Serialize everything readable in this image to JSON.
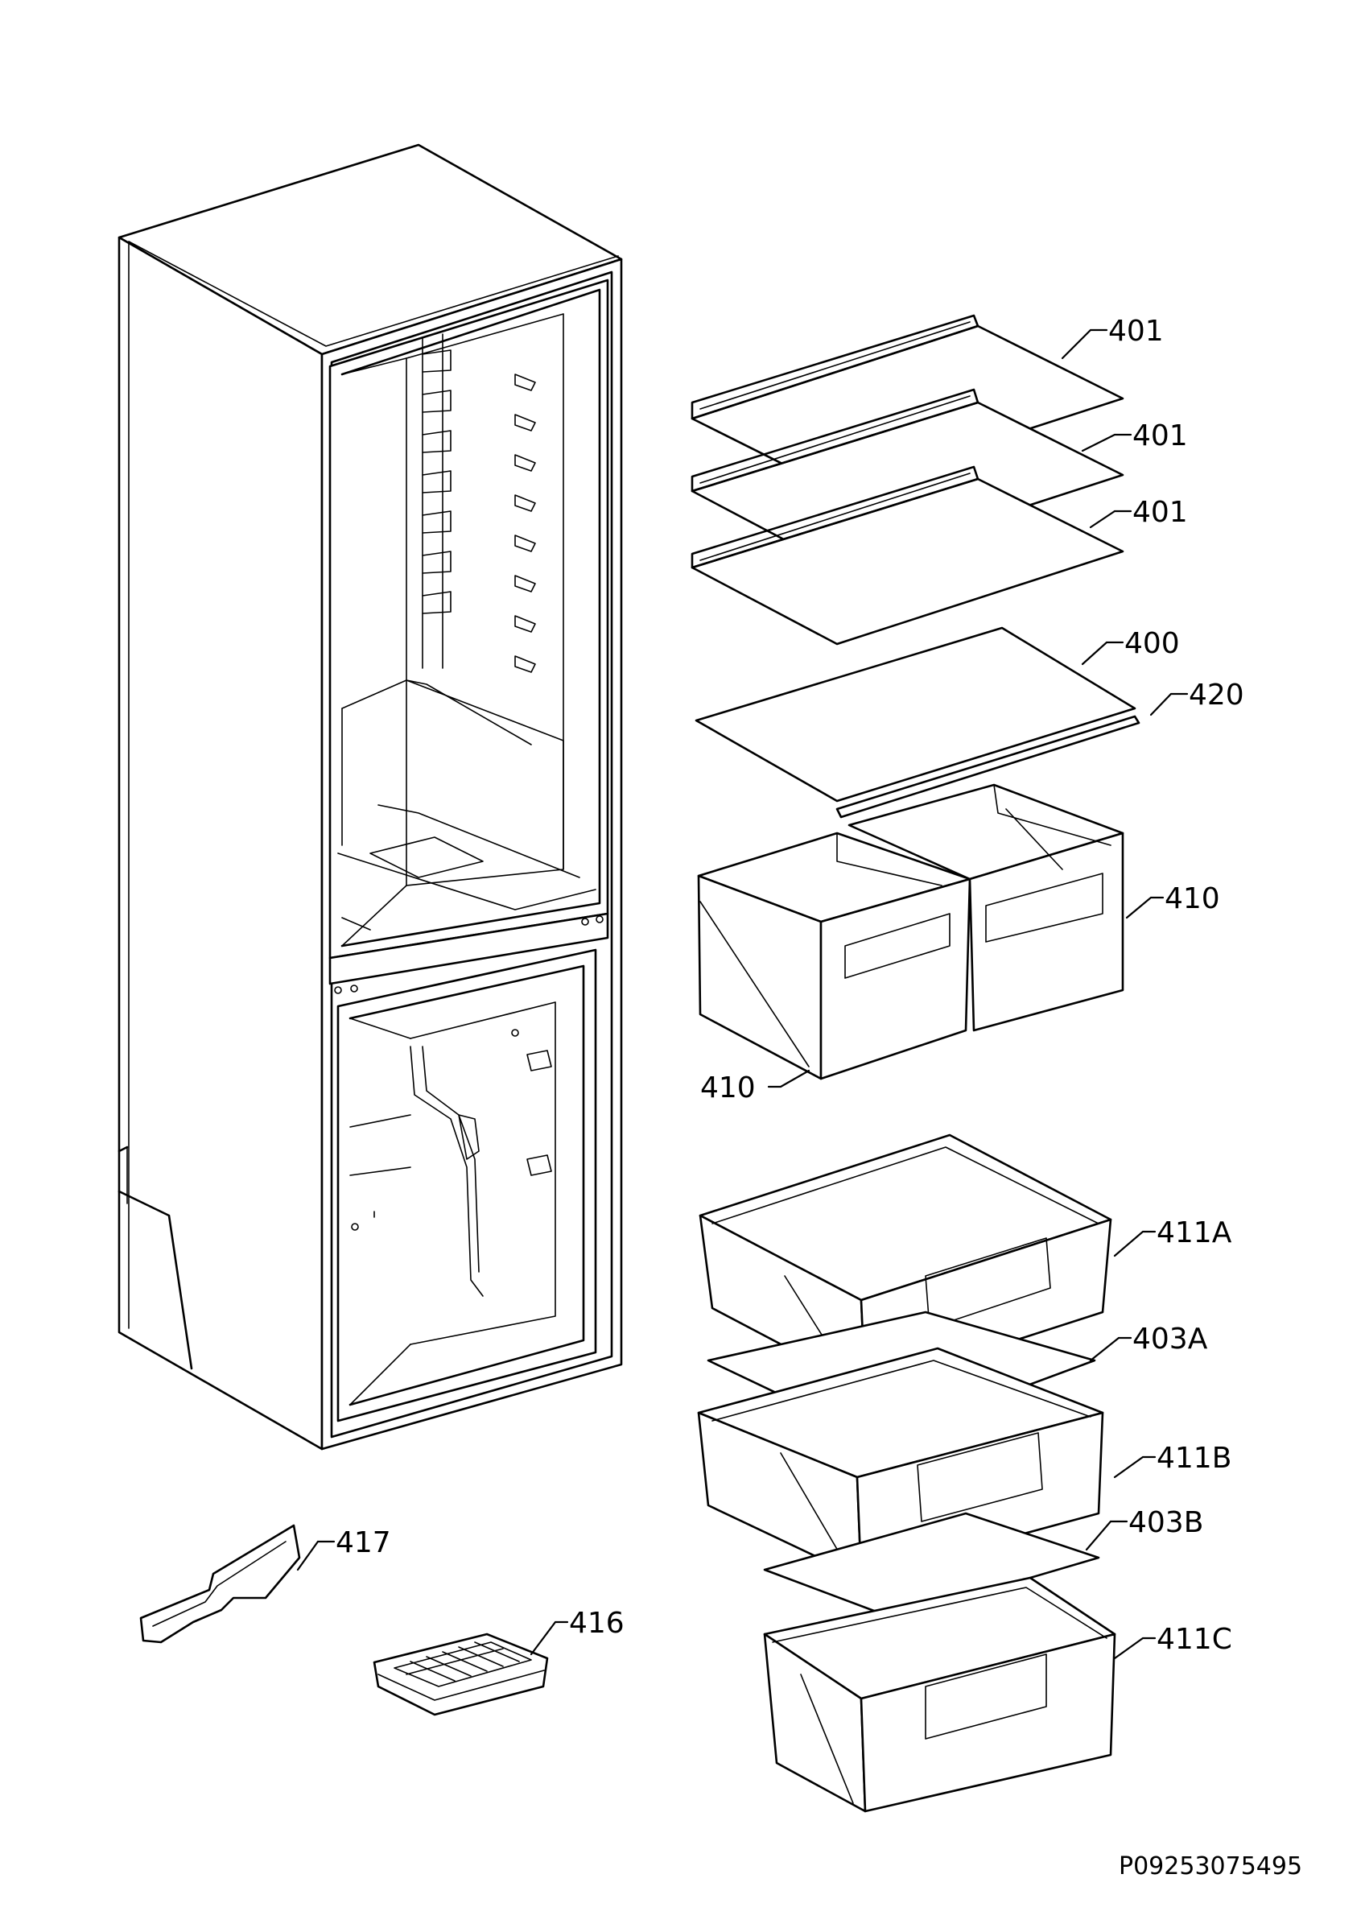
{
  "callouts": [
    {
      "id": "c-401-a",
      "label": "401"
    },
    {
      "id": "c-401-b",
      "label": "401"
    },
    {
      "id": "c-401-c",
      "label": "401"
    },
    {
      "id": "c-400",
      "label": "400"
    },
    {
      "id": "c-420",
      "label": "420"
    },
    {
      "id": "c-410-a",
      "label": "410"
    },
    {
      "id": "c-410-b",
      "label": "410"
    },
    {
      "id": "c-411A",
      "label": "411A"
    },
    {
      "id": "c-403A",
      "label": "403A"
    },
    {
      "id": "c-411B",
      "label": "411B"
    },
    {
      "id": "c-403B",
      "label": "403B"
    },
    {
      "id": "c-411C",
      "label": "411C"
    },
    {
      "id": "c-417",
      "label": "417"
    },
    {
      "id": "c-416",
      "label": "416"
    }
  ],
  "document_id": "P09253075495"
}
